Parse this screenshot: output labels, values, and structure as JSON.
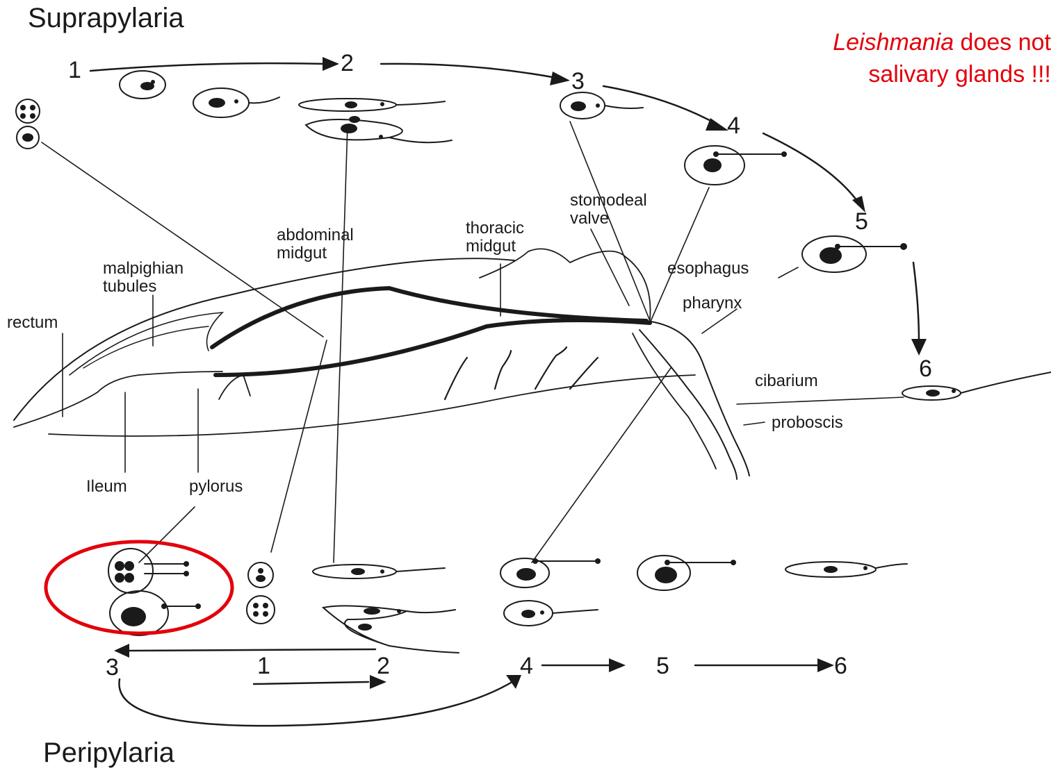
{
  "titles": {
    "suprapylaria": "Suprapylaria",
    "peripylaria": "Peripylaria"
  },
  "note": {
    "genus": "Leishmania",
    "line1_rest": " does not",
    "line2": "salivary glands !!!",
    "color": "#e3000b"
  },
  "labels": {
    "stomodeal_valve_1": "stomodeal",
    "stomodeal_valve_2": "valve",
    "abdominal_midgut_1": "abdominal",
    "abdominal_midgut_2": "midgut",
    "thoracic_midgut_1": "thoracic",
    "thoracic_midgut_2": "midgut",
    "malpighian_tubules_1": "malpighian",
    "malpighian_tubules_2": "tubules",
    "rectum": "rectum",
    "esophagus": "esophagus",
    "pharynx": "pharynx",
    "cibarium": "cibarium",
    "proboscis": "proboscis",
    "ileum": "Ileum",
    "pylorus": "pylorus"
  },
  "stages_top": [
    "1",
    "2",
    "3",
    "4",
    "5",
    "6"
  ],
  "stages_bottom": [
    "1",
    "2",
    "3",
    "4",
    "5",
    "6"
  ],
  "highlight_color": "#e3000b"
}
